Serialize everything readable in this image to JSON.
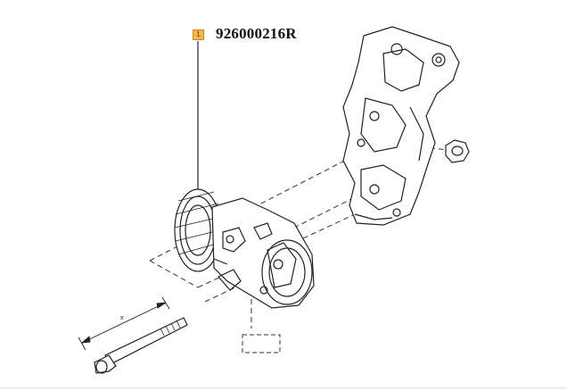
{
  "callout": {
    "number": "1",
    "part_number": "926000216R"
  },
  "dimension_label": "x",
  "colors": {
    "badge_fill": "#f2b84b",
    "line": "#222222",
    "dash": "#333333"
  }
}
